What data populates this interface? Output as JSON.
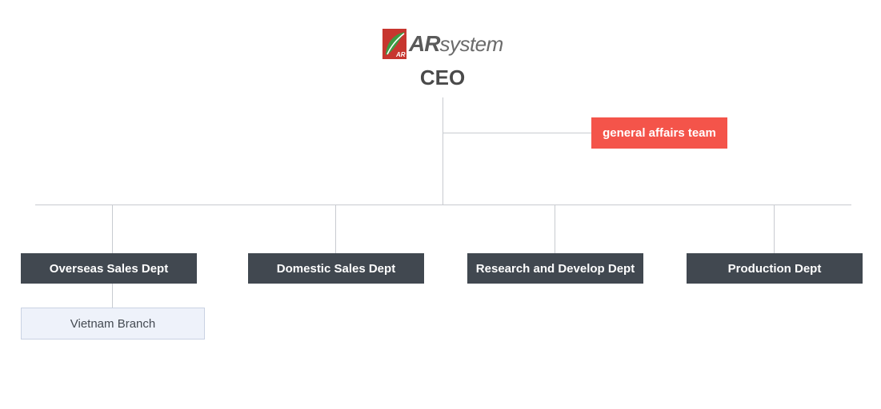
{
  "logo": {
    "brand_ar": "AR",
    "brand_system": "system",
    "mark_text": "AR"
  },
  "ceo": {
    "label": "CEO"
  },
  "support": {
    "label": "general affairs team"
  },
  "departments": [
    {
      "label": "Overseas Sales Dept"
    },
    {
      "label": "Domestic Sales Dept"
    },
    {
      "label": "Research and Develop Dept"
    },
    {
      "label": "Production Dept"
    }
  ],
  "branches": [
    {
      "label": "Vietnam Branch"
    }
  ],
  "colors": {
    "accent": "#f4544a",
    "dept_box": "#414850",
    "branch_box": "#eef2fa",
    "connector": "#c8cbd0",
    "logo_red": "#c7362f",
    "logo_green": "#3c9a43"
  }
}
